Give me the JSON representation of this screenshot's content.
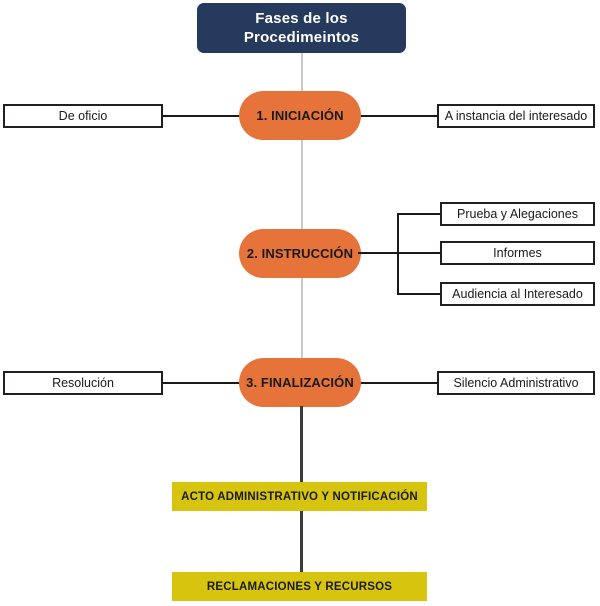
{
  "diagram": {
    "title": "Fases de los Procedimeintos",
    "title_line1": "Fases de los",
    "title_line2": "Procedimeintos",
    "colors": {
      "title_bg": "#253a5c",
      "stage_bg": "#e5733a",
      "bar_bg": "#d6c40f",
      "box_border": "#231f20",
      "connector_light": "#c9c9c9",
      "connector_dark": "#3b3b3b"
    },
    "stages": [
      {
        "label": "1. INICIACIÓN",
        "left": [
          {
            "label": "De oficio"
          }
        ],
        "right": [
          {
            "label": "A instancia del interesado"
          }
        ]
      },
      {
        "label": "2. INSTRUCCIÓN",
        "left": [],
        "right": [
          {
            "label": "Prueba y Alegaciones"
          },
          {
            "label": "Informes"
          },
          {
            "label": "Audiencia al Interesado"
          }
        ]
      },
      {
        "label": "3. FINALIZACIÓN",
        "left": [
          {
            "label": "Resolución"
          }
        ],
        "right": [
          {
            "label": "Silencio Administrativo"
          }
        ]
      }
    ],
    "outcomes": [
      {
        "label": "ACTO ADMINISTRATIVO Y NOTIFICACIÓN"
      },
      {
        "label": "RECLAMACIONES Y RECURSOS"
      }
    ]
  }
}
